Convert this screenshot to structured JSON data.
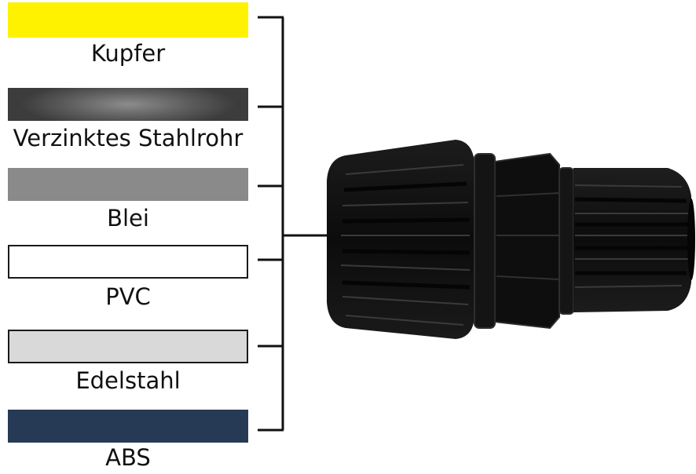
{
  "materials": [
    {
      "label": "Kupfer",
      "color": "#fff200",
      "style": "solid"
    },
    {
      "label": "Verzinktes Stahlrohr",
      "color": "#5a5a5a",
      "style": "metallic"
    },
    {
      "label": "Blei",
      "color": "#8a8a8a",
      "style": "solid"
    },
    {
      "label": "PVC",
      "color": "#ffffff",
      "style": "outlined"
    },
    {
      "label": "Edelstahl",
      "color": "#d9d9d9",
      "style": "outlined"
    },
    {
      "label": "ABS",
      "color": "#263a55",
      "style": "solid"
    }
  ],
  "fitting": {
    "name": "pipe-coupling-fitting",
    "color": "#111111"
  }
}
